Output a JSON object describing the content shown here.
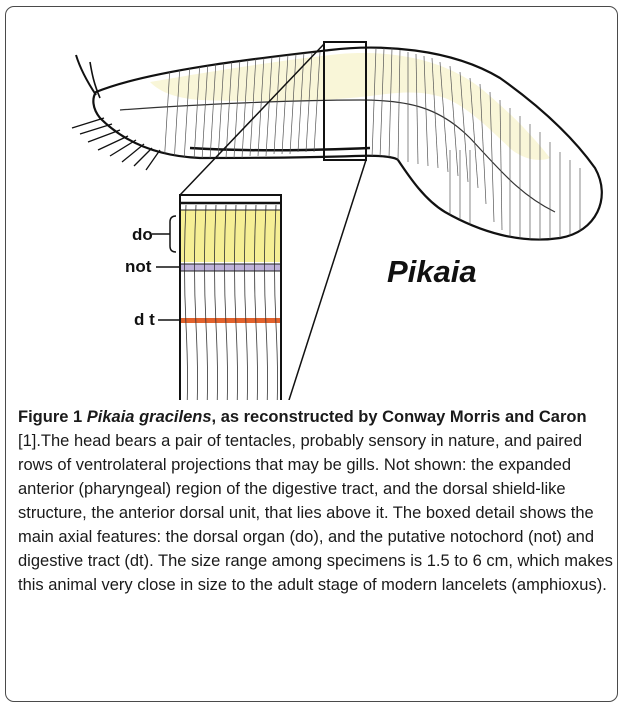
{
  "figure": {
    "species_label": "Pikaia",
    "detail_labels": {
      "do": "do",
      "not": "not",
      "dt": "d t"
    },
    "colors": {
      "dorsal_organ": "#f6ef95",
      "notochord": "#bfb2d9",
      "digestive_tract": "#e2622c",
      "body_fill": "#f9f6d8"
    }
  },
  "caption": {
    "label": "Figure 1",
    "species_italic": "Pikaia gracilens",
    "bold_rest": ", as reconstructed by Conway Morris and Caron",
    "body": " [1].The head bears a pair of tentacles, probably sensory in nature, and paired rows of ventrolateral projections that may be gills. Not shown: the expanded anterior (pharyngeal) region of the digestive tract, and the dorsal shield-like structure, the anterior dorsal unit, that lies above it. The boxed detail shows the main axial features: the dorsal organ (do), and the putative notochord (not) and digestive tract (dt). The size range among specimens is 1.5 to 6 cm, which makes this animal very close in size to the adult stage of modern lancelets (amphioxus)."
  }
}
